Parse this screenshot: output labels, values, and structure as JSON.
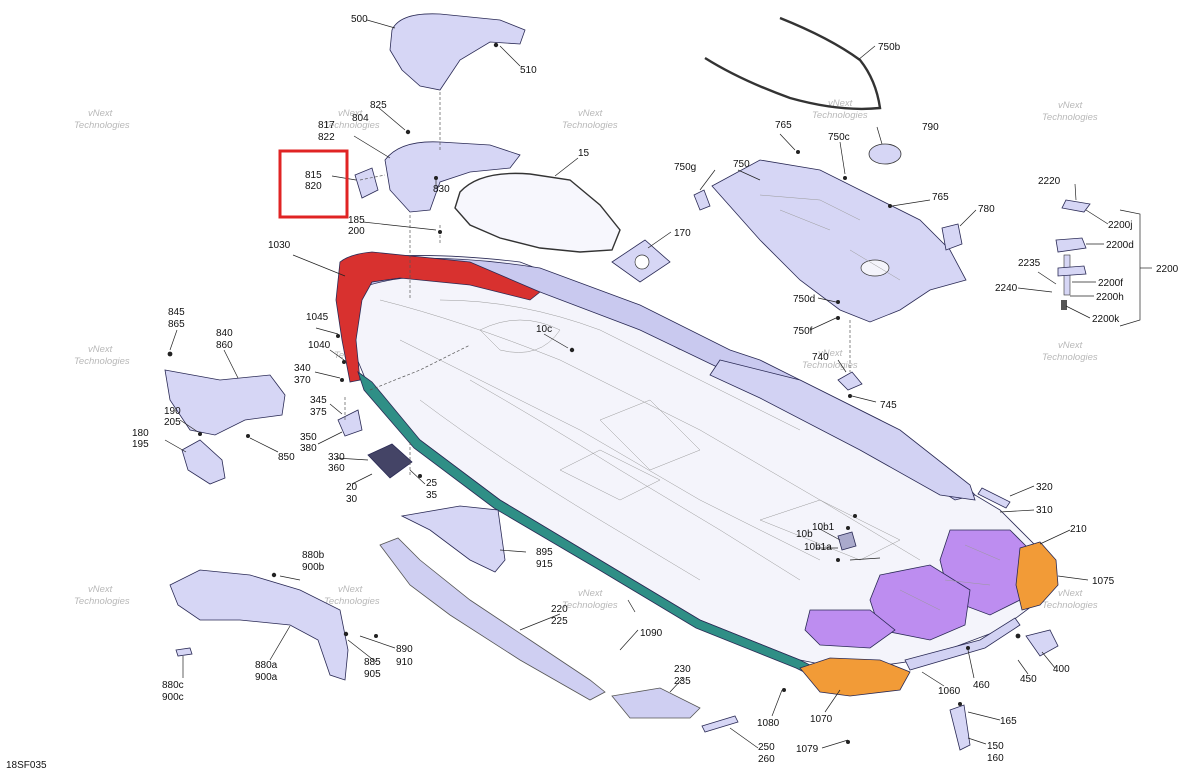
{
  "diagram_id": "18SF035",
  "watermark": [
    "vNext",
    "Technologies"
  ],
  "colors": {
    "part_fill": "#d6d6f5",
    "part_stroke": "#2a2a55",
    "trim_red": "#d8312f",
    "trim_teal": "#2f8f86",
    "bumper_orange": "#f29b37",
    "mat_purple": "#bd8df0",
    "highlight_box": "#e02424"
  },
  "labels": {
    "l500": "500",
    "l510": "510",
    "l750b": "750b",
    "l817": "817",
    "l822": "822",
    "l825": "825",
    "l804": "804",
    "l830": "830",
    "l815": "815",
    "l820": "820",
    "l185": "185",
    "l200": "200",
    "l15": "15",
    "l170": "170",
    "l1030": "1030",
    "l765a": "765",
    "l750c": "750c",
    "l790": "790",
    "l750g": "750g",
    "l750": "750",
    "l765b": "765",
    "l780": "780",
    "l750d": "750d",
    "l750f": "750f",
    "l2220": "2220",
    "l2200j": "2200j",
    "l2200d": "2200d",
    "l2200": "2200",
    "l2235": "2235",
    "l2240": "2240",
    "l2200f": "2200f",
    "l2200h": "2200h",
    "l2200k": "2200k",
    "l845": "845",
    "l865": "865",
    "l840": "840",
    "l860": "860",
    "l1045": "1045",
    "l1040": "1040",
    "l10c": "10c",
    "l740": "740",
    "l745": "745",
    "l340": "340",
    "l370": "370",
    "l345": "345",
    "l375": "375",
    "l190": "190",
    "l205": "205",
    "l180": "180",
    "l195": "195",
    "l850": "850",
    "l350": "350",
    "l380": "380",
    "l330": "330",
    "l360": "360",
    "l20": "20",
    "l30": "30",
    "l25": "25",
    "l35": "35",
    "l320": "320",
    "l310": "310",
    "l210": "210",
    "l10b1": "10b1",
    "l10b": "10b",
    "l10b1a": "10b1a",
    "l895": "895",
    "l915": "915",
    "l880b": "880b",
    "l900b": "900b",
    "l1075": "1075",
    "l220": "220",
    "l225": "225",
    "l1090": "1090",
    "l890": "890",
    "l910": "910",
    "l885": "885",
    "l905": "905",
    "l880a": "880a",
    "l900a": "900a",
    "l880c": "880c",
    "l900c": "900c",
    "l400": "400",
    "l460": "460",
    "l450": "450",
    "l1060": "1060",
    "l230": "230",
    "l235": "235",
    "l1080": "1080",
    "l1070": "1070",
    "l165": "165",
    "l150": "150",
    "l160": "160",
    "l250": "250",
    "l260": "260",
    "l1079": "1079"
  }
}
